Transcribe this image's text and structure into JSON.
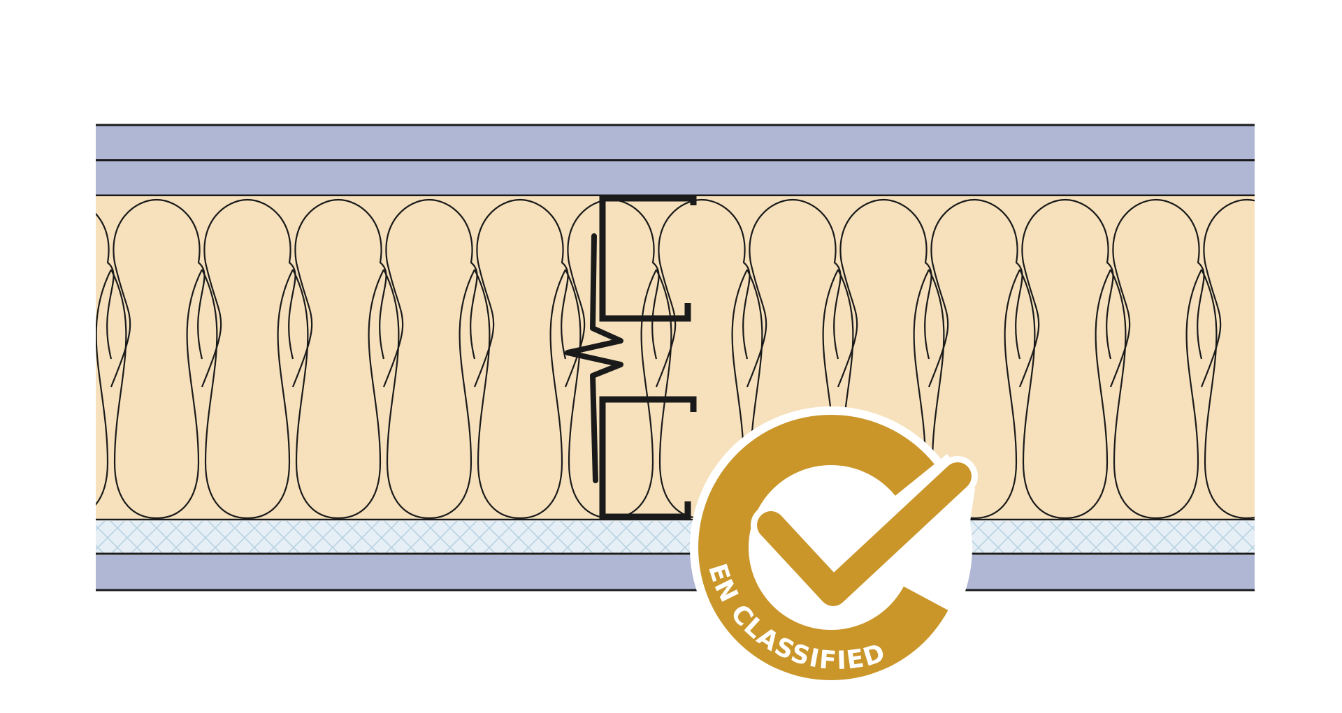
{
  "diagram": {
    "colors": {
      "board": "#b0b7d5",
      "insulation": "#f6e1bc",
      "mesh_layer": "#e6eef6",
      "mesh_lines": "#b8d3e2",
      "outline": "#1a1a1a",
      "badge_gold": "#ca962a",
      "badge_white": "#ffffff"
    },
    "layers": [
      "plasterboard",
      "plasterboard",
      "mineral-wool-insulation",
      "mesh-layer",
      "plasterboard"
    ],
    "components": [
      "steel-c-stud",
      "steel-c-stud",
      "resilient-bar"
    ]
  },
  "badge": {
    "text": "EN CLASSIFIED",
    "icon": "checkmark-icon"
  }
}
